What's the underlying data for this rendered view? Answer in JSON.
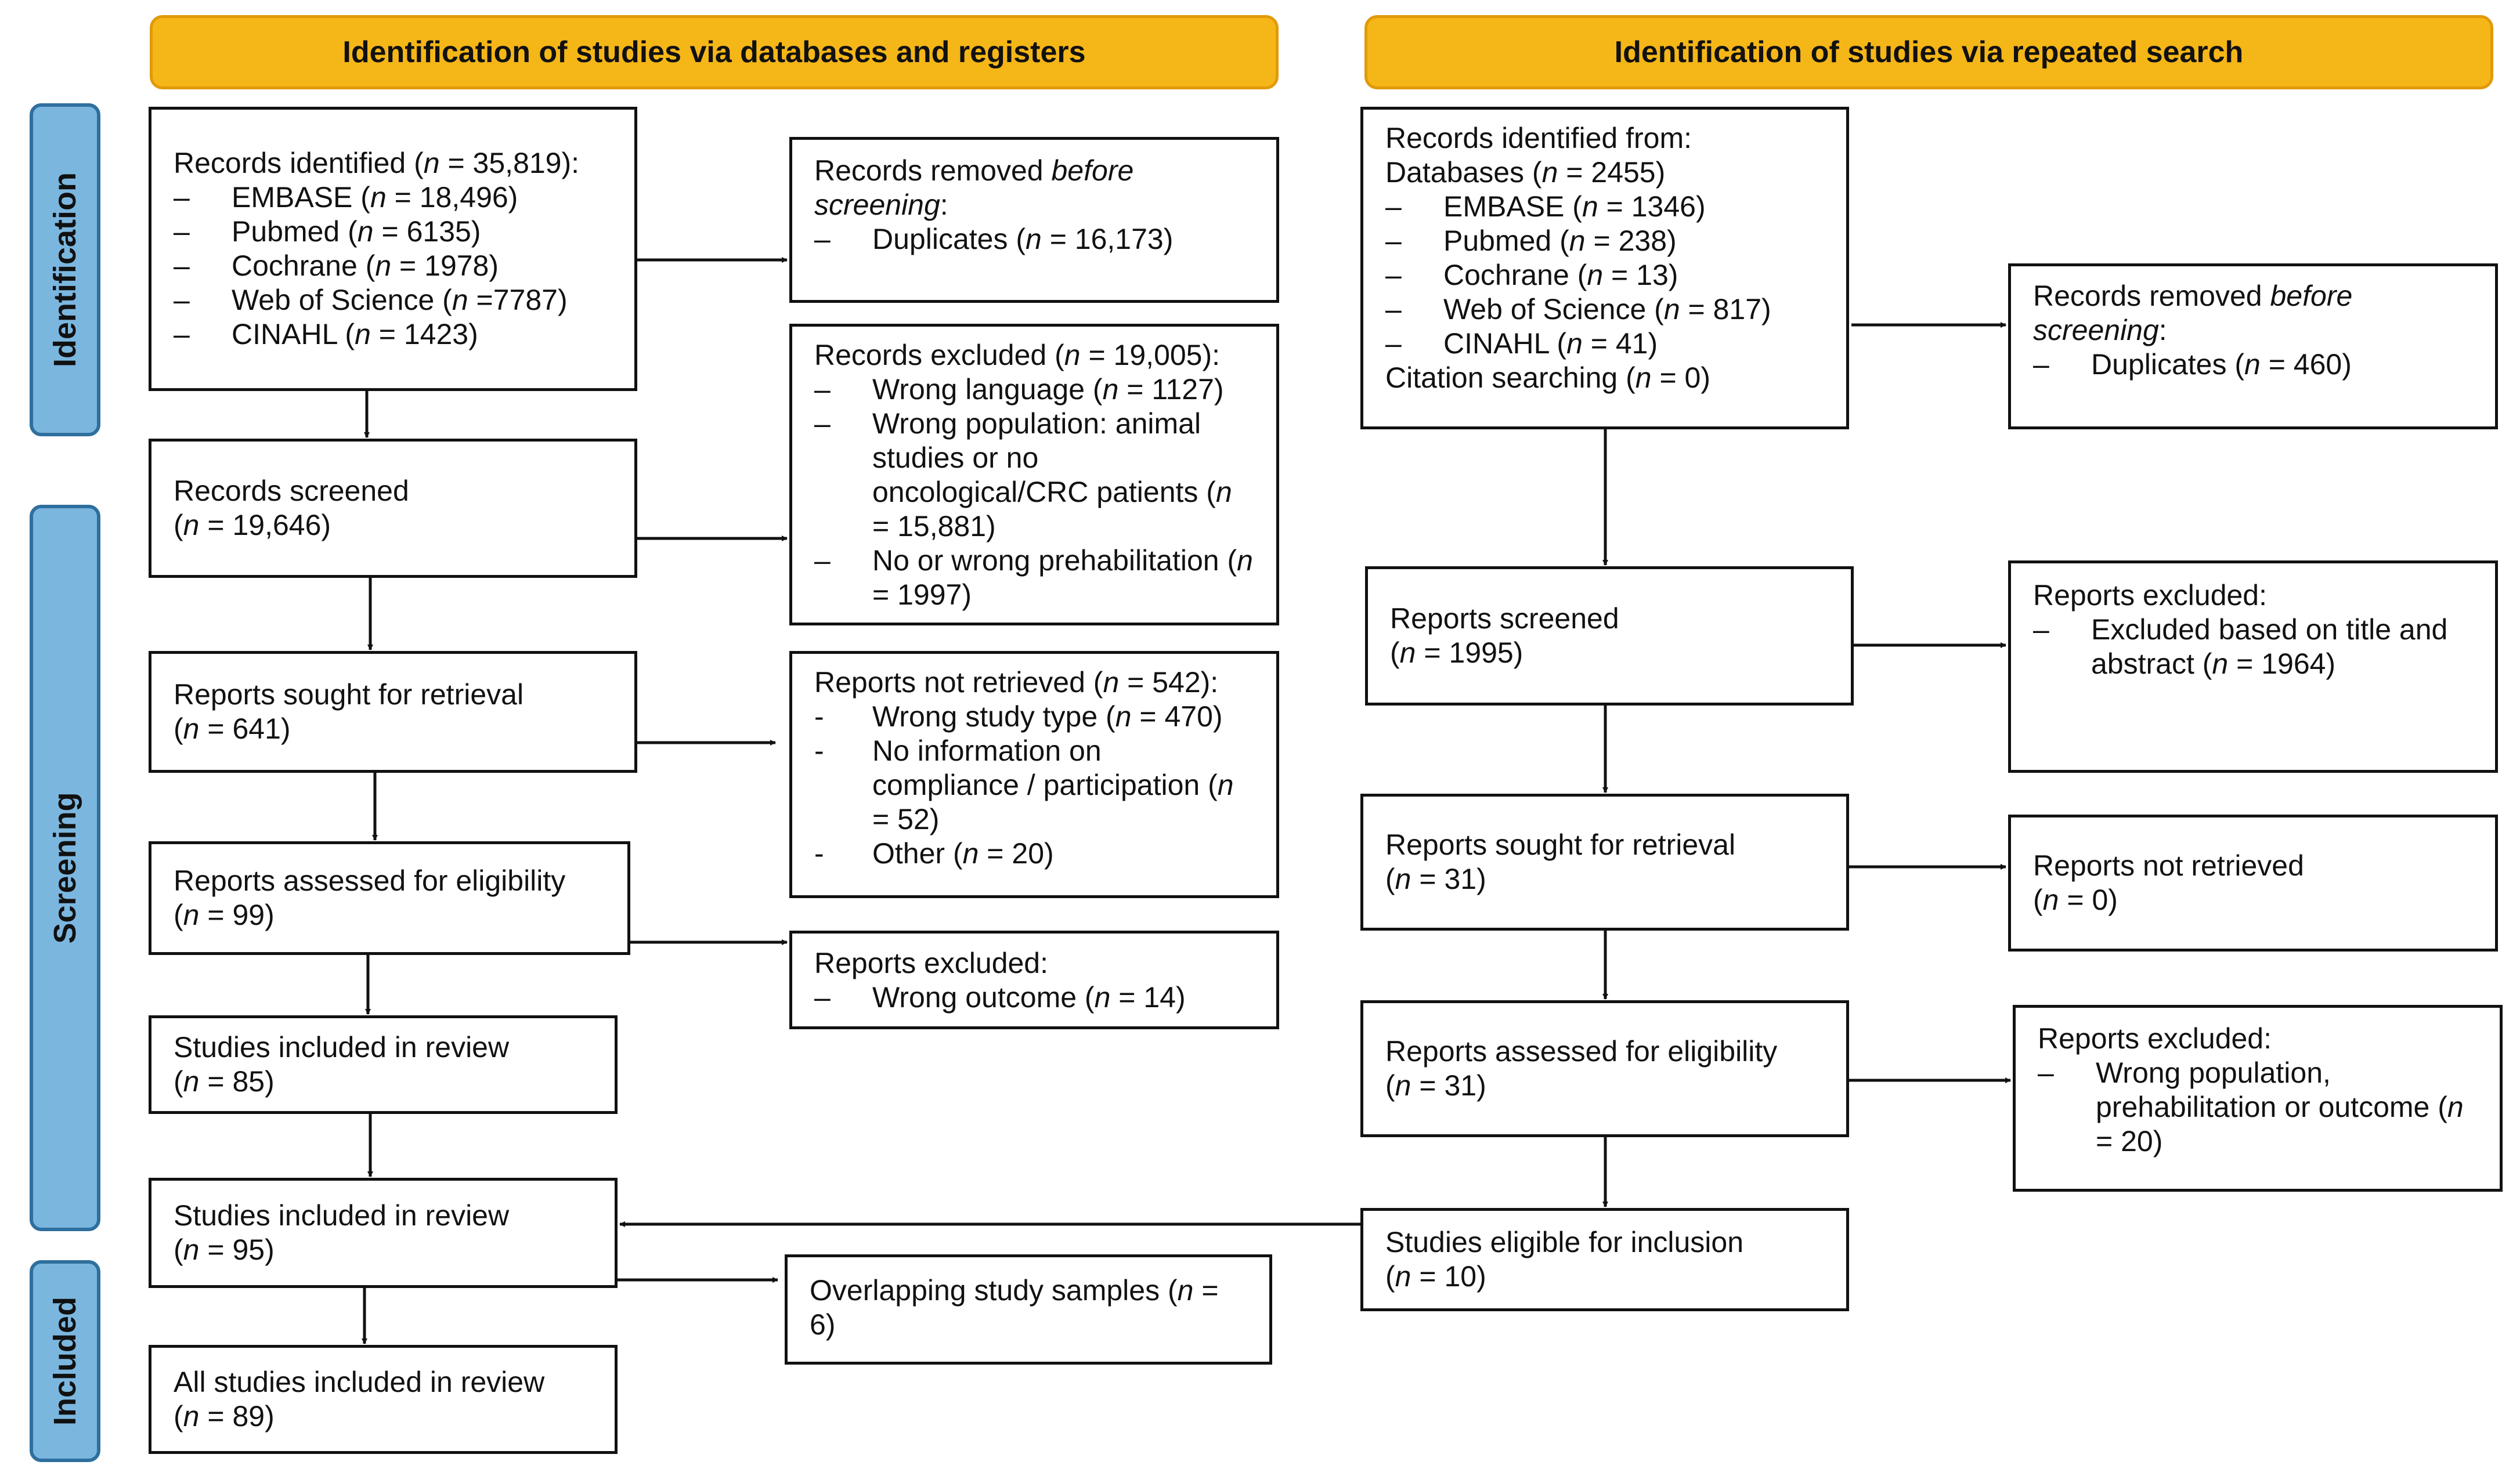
{
  "headers": {
    "left": "Identification of studies via databases and registers",
    "right": "Identification of studies via repeated search"
  },
  "stages": {
    "identification": "Identification",
    "screening": "Screening",
    "included": "Included"
  },
  "left": {
    "records_identified": {
      "lead": "Records identified (",
      "n": "n",
      "tail": " = 35,819):",
      "items": [
        {
          "mark": "–",
          "label": "EMBASE (",
          "n": "n",
          "value": " = 18,496)"
        },
        {
          "mark": "–",
          "label": "Pubmed (",
          "n": "n",
          "value": " = 6135)"
        },
        {
          "mark": "–",
          "label": "Cochrane (",
          "n": "n",
          "value": " = 1978)"
        },
        {
          "mark": "–",
          "label": "Web of Science (",
          "n": "n",
          "value": " =7787)"
        },
        {
          "mark": "–",
          "label": "CINAHL (",
          "n": "n",
          "value": " = 1423)"
        }
      ]
    },
    "removed_before_screening": {
      "lead": "Records removed ",
      "em": "before screening",
      "tail": ":",
      "items": [
        {
          "mark": "–",
          "label": "Duplicates (",
          "n": "n",
          "value": " = 16,173)"
        }
      ]
    },
    "records_screened": {
      "label": "Records screened",
      "n": "n",
      "value": " = 19,646)"
    },
    "records_excluded": {
      "lead": "Records excluded (",
      "n": "n",
      "tail": " = 19,005):",
      "items": [
        {
          "mark": "–",
          "label": "Wrong language (",
          "n": "n",
          "value": " = 1127)"
        },
        {
          "mark": "–",
          "label": "Wrong population: animal studies or no oncological/CRC patients (",
          "n": "n",
          "value": " = 15,881)"
        },
        {
          "mark": "–",
          "label": "No or wrong prehabilitation (",
          "n": "n",
          "value": " = 1997)"
        }
      ]
    },
    "reports_sought": {
      "label": "Reports sought for retrieval",
      "n": "n",
      "value": " = 641)"
    },
    "reports_not_retrieved": {
      "lead": "Reports not retrieved (",
      "n": "n",
      "tail": " = 542):",
      "items": [
        {
          "mark": "-",
          "label": "Wrong study type (",
          "n": "n",
          "value": " = 470)"
        },
        {
          "mark": "-",
          "label": "No information on compliance / participation (",
          "n": "n",
          "value": " = 52)"
        },
        {
          "mark": "-",
          "label": "Other (",
          "n": "n",
          "value": " = 20)"
        }
      ]
    },
    "reports_assessed": {
      "label": "Reports assessed for eligibility",
      "n": "n",
      "value": " = 99)"
    },
    "reports_excluded": {
      "lead": "Reports excluded:",
      "items": [
        {
          "mark": "–",
          "label": "Wrong outcome (",
          "n": "n",
          "value": " = 14)"
        }
      ]
    },
    "studies_included_1": {
      "label": "Studies included in review",
      "n": "n",
      "value": " = 85)"
    },
    "studies_included_2": {
      "label": "Studies included in review",
      "n": "n",
      "value": " = 95)"
    },
    "overlapping": {
      "label": "Overlapping study samples (",
      "n": "n",
      "value": " = 6)"
    },
    "all_included": {
      "label": "All studies included in review",
      "n": "n",
      "value": " = 89)"
    }
  },
  "right": {
    "records_identified": {
      "lead": "Records identified from:",
      "databases_label": "Databases (",
      "databases_n": "n",
      "databases_value": " = 2455)",
      "items": [
        {
          "mark": "–",
          "label": "EMBASE (",
          "n": "n",
          "value": " = 1346)"
        },
        {
          "mark": "–",
          "label": "Pubmed (",
          "n": "n",
          "value": " = 238)"
        },
        {
          "mark": "–",
          "label": "Cochrane (",
          "n": "n",
          "value": " = 13)"
        },
        {
          "mark": "–",
          "label": "Web of Science (",
          "n": "n",
          "value": " = 817)"
        },
        {
          "mark": "–",
          "label": "CINAHL (",
          "n": "n",
          "value": " = 41)"
        }
      ],
      "citation_label": "Citation searching (",
      "citation_n": "n",
      "citation_value": " = 0)"
    },
    "removed_before_screening": {
      "lead": "Records removed ",
      "em": "before screening",
      "tail": ":",
      "items": [
        {
          "mark": "–",
          "label": "Duplicates (",
          "n": "n",
          "value": " = 460)"
        }
      ]
    },
    "reports_screened": {
      "label": "Reports screened",
      "n": "n",
      "value": " = 1995)"
    },
    "reports_excluded_1": {
      "lead": "Reports excluded:",
      "items": [
        {
          "mark": "–",
          "label": "Excluded based on title and abstract (",
          "n": "n",
          "value": " = 1964)"
        }
      ]
    },
    "reports_sought": {
      "label": "Reports sought for retrieval",
      "n": "n",
      "value": " = 31)"
    },
    "reports_not_retrieved": {
      "label": "Reports not retrieved",
      "n": "n",
      "value": " = 0)"
    },
    "reports_assessed": {
      "label": "Reports assessed for eligibility",
      "n": "n",
      "value": " = 31)"
    },
    "reports_excluded_2": {
      "lead": "Reports excluded:",
      "items": [
        {
          "mark": "–",
          "label": "Wrong population, prehabilitation or outcome (",
          "n": "n",
          "value": " = 20)"
        }
      ]
    },
    "eligible": {
      "label": "Studies eligible for inclusion",
      "n": "n",
      "value": " = 10)"
    }
  },
  "colors": {
    "header_fill": "#F5B617",
    "stage_fill": "#7BB6DF",
    "stage_border": "#2E6F9E",
    "line": "#111111"
  }
}
